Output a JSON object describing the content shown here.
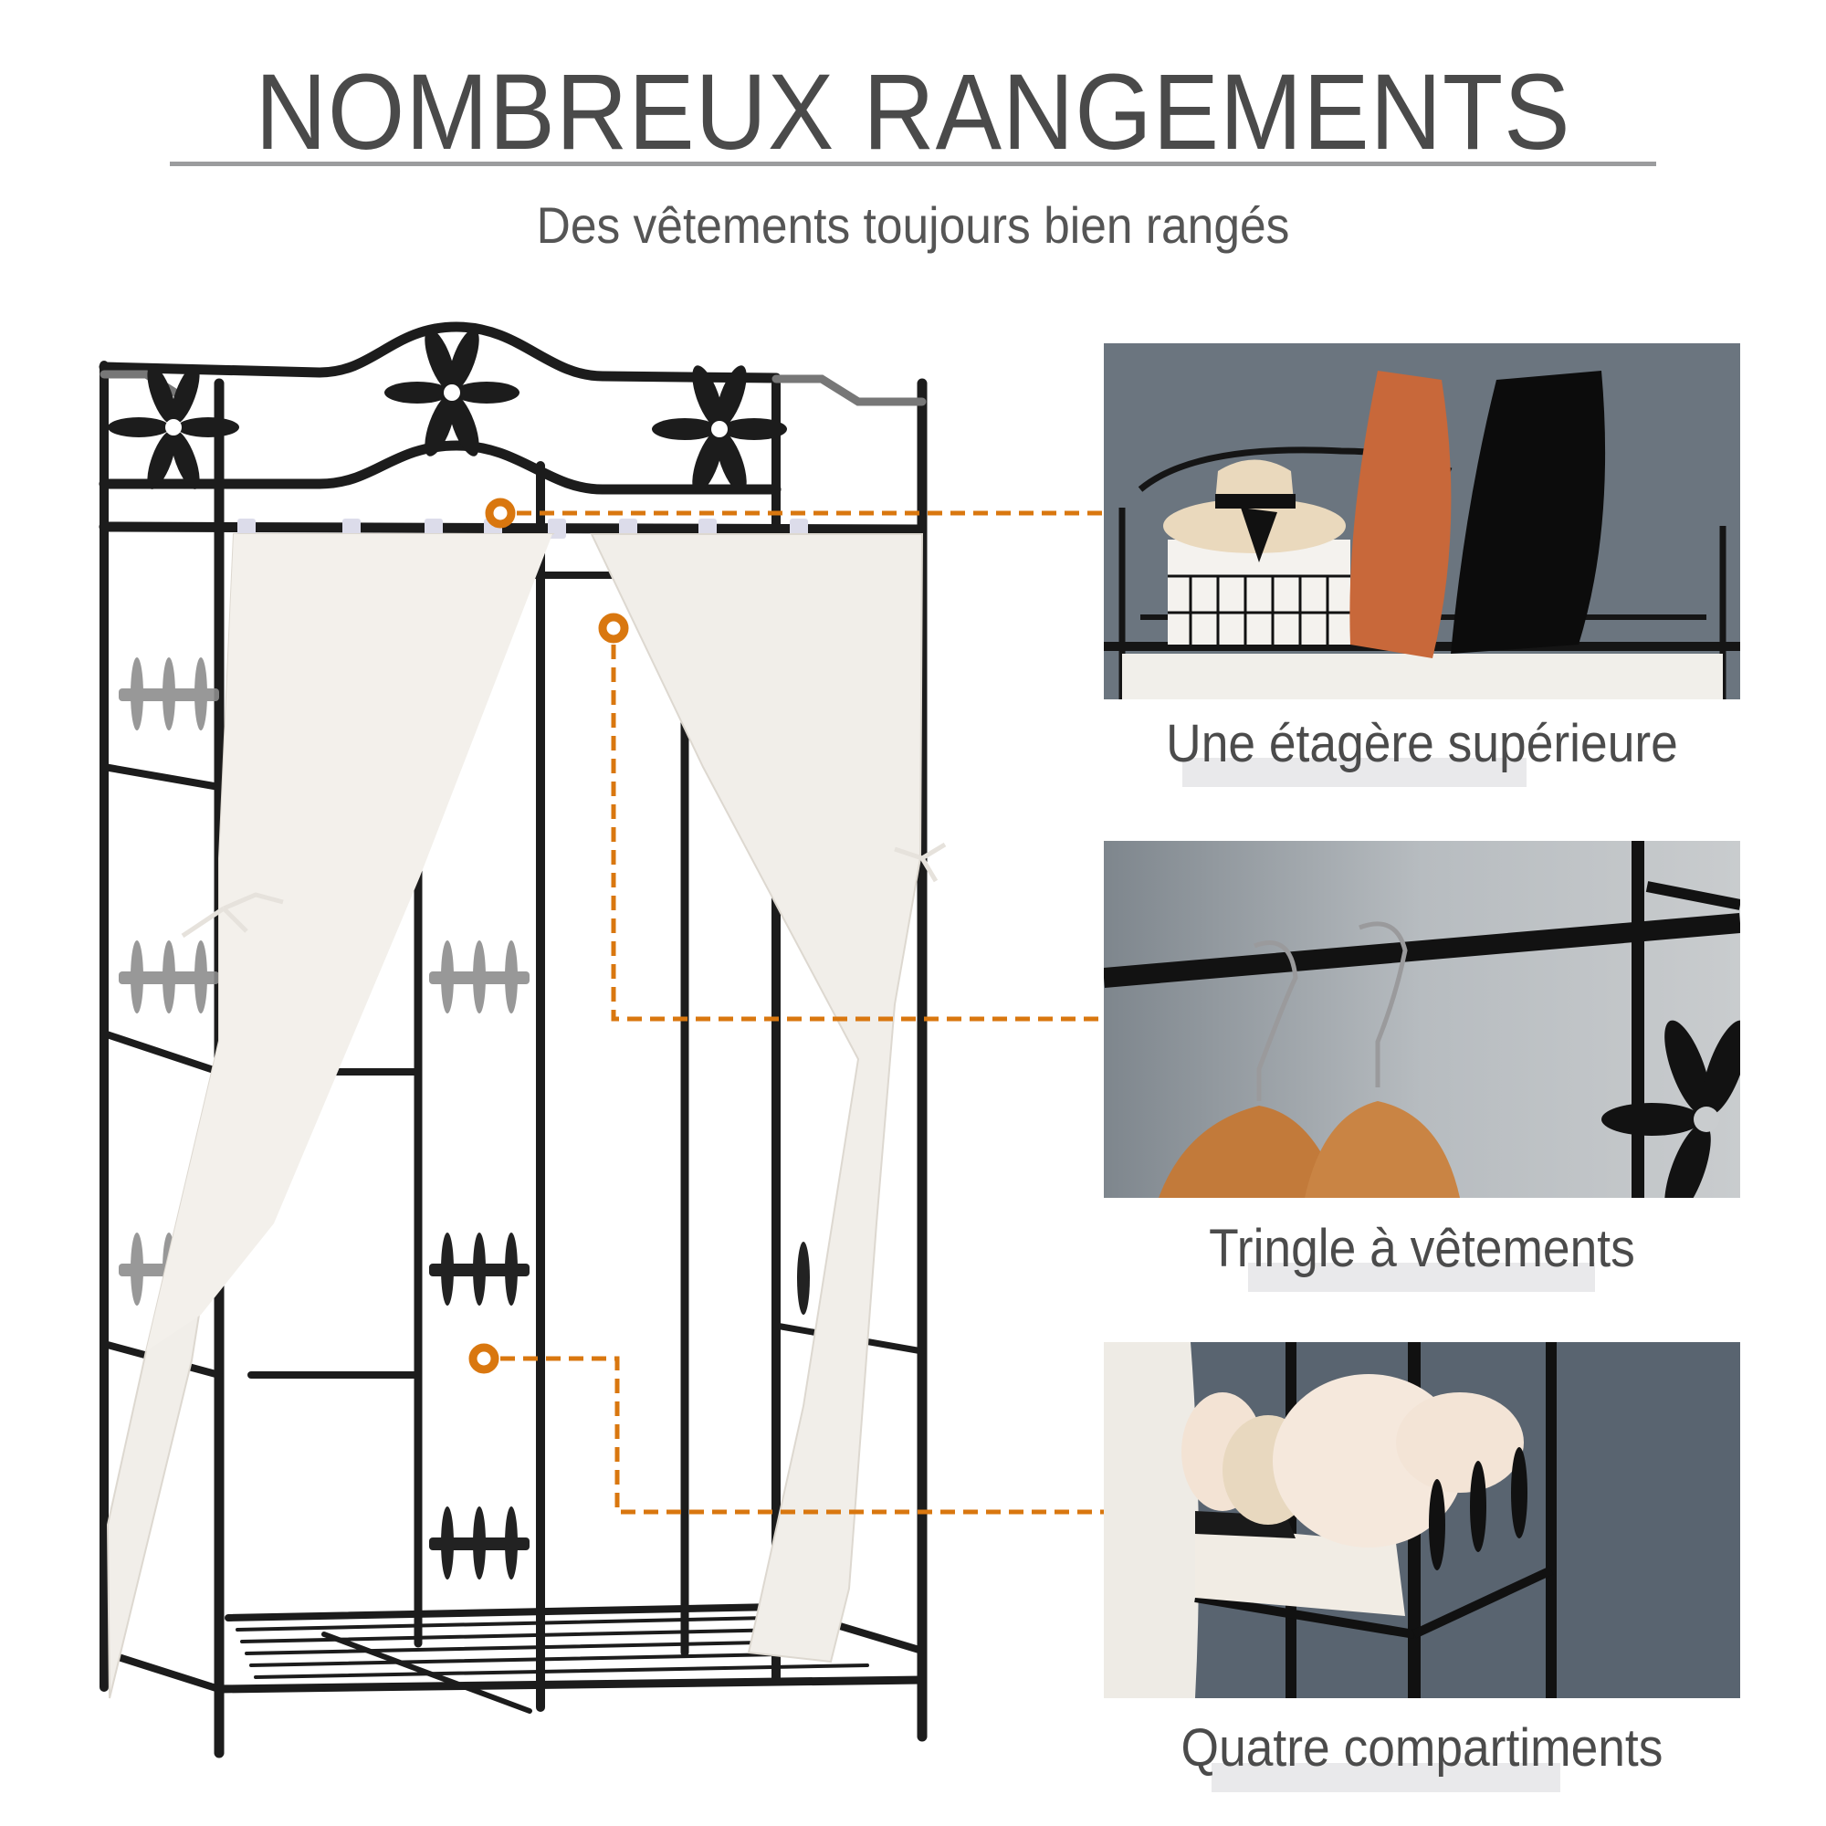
{
  "header": {
    "title": "NOMBREUX RANGEMENTS",
    "subtitle": "Des vêtements toujours bien rangés"
  },
  "features": [
    {
      "caption": "Une étagère supérieure",
      "image": "top-shelf-with-hat-basket-and-cushions"
    },
    {
      "caption": "Tringle à vêtements",
      "image": "hanging-rail-with-wooden-hangers"
    },
    {
      "caption": "Quatre compartiments",
      "image": "shelf-compartment-with-folded-textiles"
    }
  ],
  "product": {
    "image": "metal-wardrobe-with-cream-fabric-curtains-and-flower-decor"
  },
  "colors": {
    "accent": "#d9770f",
    "text": "#4a4a4a",
    "divider": "#9b9c9e",
    "caption_highlight": "#e9e9eb",
    "frame": "#1c1c1c",
    "fabric": "#f1eee9",
    "wall": "#68727c"
  }
}
